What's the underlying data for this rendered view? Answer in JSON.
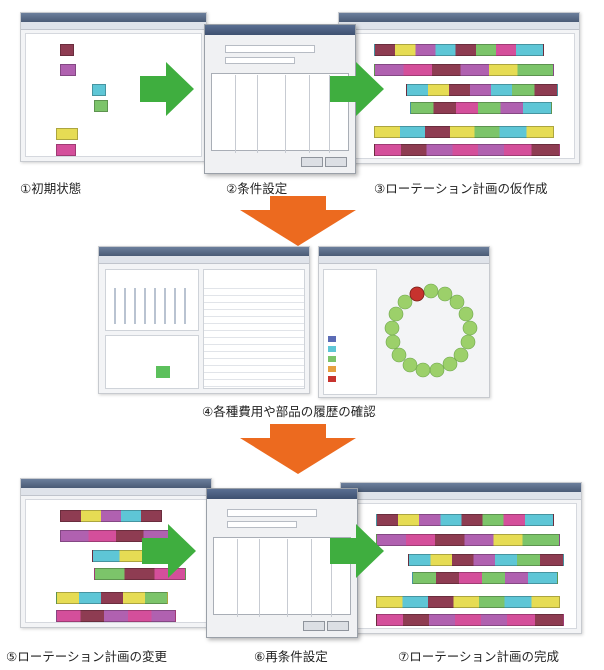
{
  "steps": {
    "s1": "①初期状態",
    "s2": "②条件設定",
    "s3": "③ローテーション計画の仮作成",
    "s4": "④各種費用や部品の履歴の確認",
    "s5": "⑤ローテーション計画の変更",
    "s6": "⑥再条件設定",
    "s7": "⑦ローテーション計画の完成"
  },
  "colors": {
    "green_arrow": "#3fae3f",
    "orange_arrow": "#ec6a1f",
    "block_purple": "#b061b0",
    "block_magenta": "#d44f9b",
    "block_cyan": "#5ec6d6",
    "block_green": "#7cc46a",
    "block_yellow": "#e6dc54",
    "block_maroon": "#8e3c52",
    "circle_green": "#9cd06a",
    "circle_red": "#c7332e"
  }
}
